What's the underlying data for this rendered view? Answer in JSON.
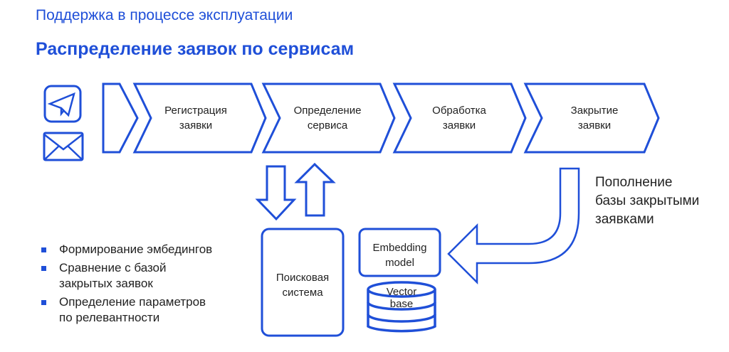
{
  "header": {
    "subtitle": "Поддержка в процессе эксплуатации",
    "title": "Распределение заявок по сервисам"
  },
  "channels": [
    {
      "icon": "telegram-icon"
    },
    {
      "icon": "mail-icon"
    }
  ],
  "stages": [
    "Регистрация\nзаявки",
    "Определение\nсервиса",
    "Обработка\nзаявки",
    "Закрытие\nзаявки"
  ],
  "search_system": "Поисковая\nсистема",
  "embedding_model": "Embedding\nmodel",
  "vector_base": "Vector\nbase",
  "side_note": "Пополнение\nбазы закрытыми\nзаявками",
  "bullets": [
    "Формирование эмбедингов",
    "Сравнение с базой\nзакрытых заявок",
    "Определение параметров\nпо релевантности"
  ],
  "colors": {
    "accent": "#1f4fd8"
  }
}
